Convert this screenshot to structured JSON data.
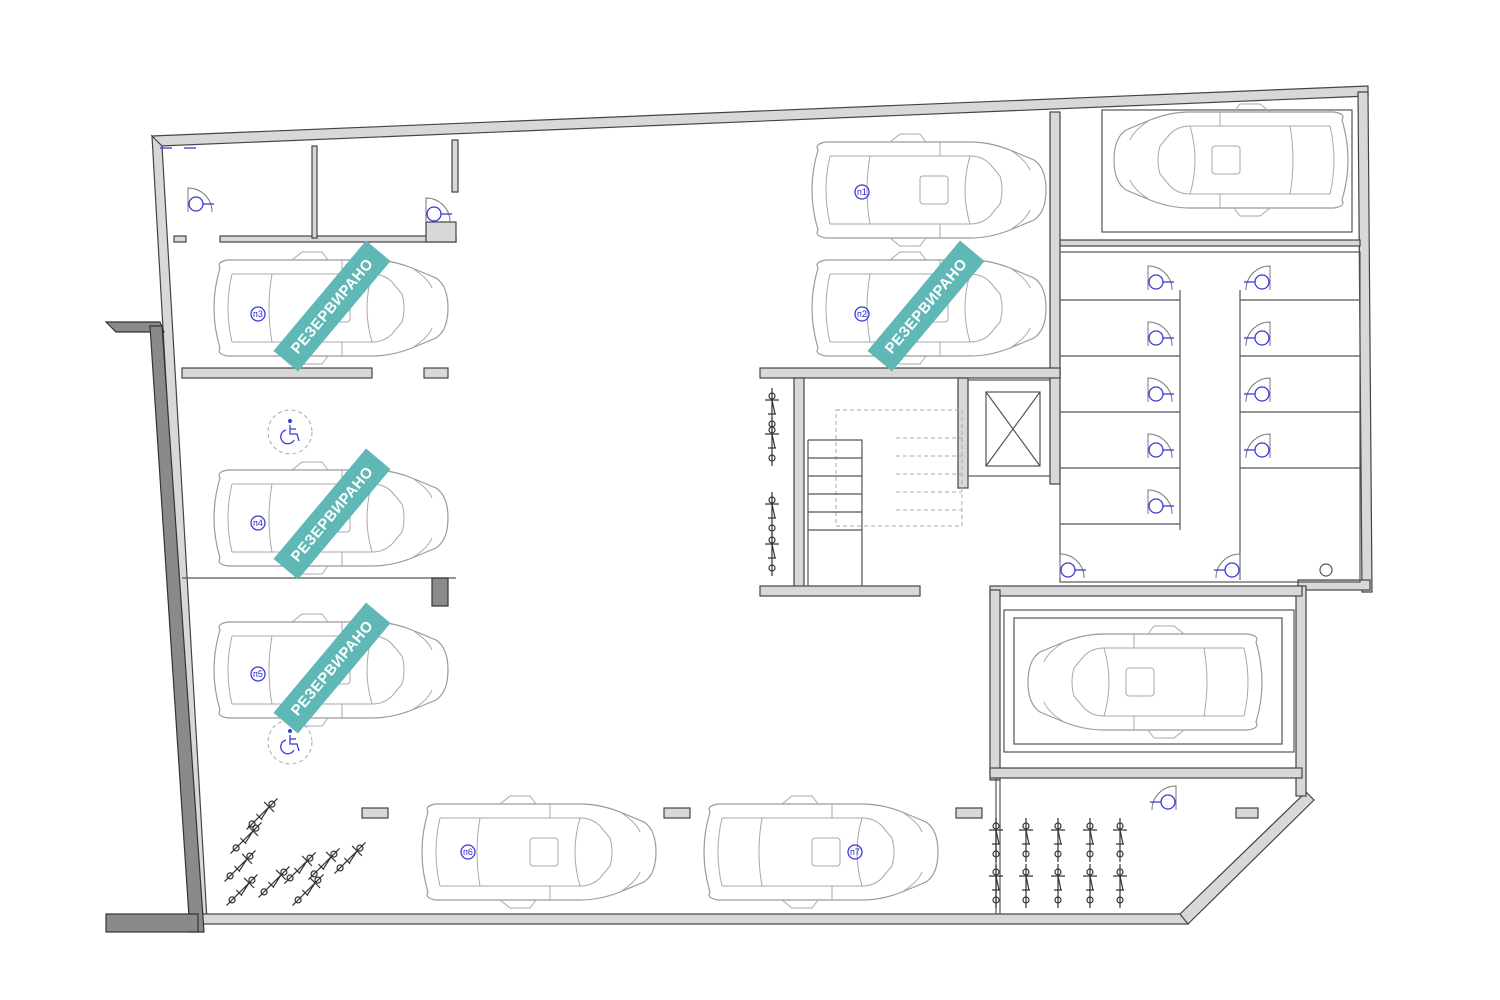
{
  "plan": {
    "reserved_label": "РЕЗЕРВИРАНО",
    "spots": [
      "п1",
      "п2",
      "п3",
      "п4",
      "п5",
      "п6",
      "п7"
    ],
    "colors": {
      "reserved_banner": "#5fb8b6",
      "spot_label": "#2a2ad0"
    },
    "icons": [
      "wheelchair-icon",
      "bicycle-icon",
      "door-icon",
      "car-icon",
      "elevator-icon",
      "stairs-icon"
    ]
  }
}
